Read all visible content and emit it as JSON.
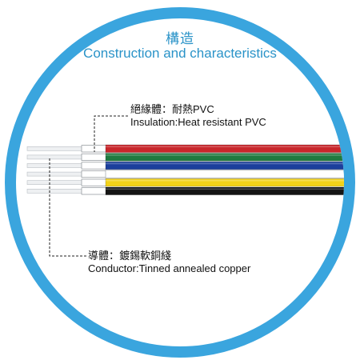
{
  "title": {
    "zh": "構造",
    "en": "Construction and characteristics"
  },
  "insulation": {
    "zh": "絕緣體：耐熱PVC",
    "en": "Insulation:Heat resistant PVC"
  },
  "conductor": {
    "zh": "導體：鍍錫軟銅綫",
    "en": "Conductor:Tinned annealed copper"
  },
  "wires": [
    {
      "color": "#c8262b"
    },
    {
      "color": "#1f7a40"
    },
    {
      "color": "#1c3f9c"
    },
    {
      "color": "#ffffff"
    },
    {
      "color": "#f3d21a"
    },
    {
      "color": "#141414"
    }
  ],
  "colors": {
    "ring": "#3aa5de",
    "accent": "#2a93c8"
  }
}
